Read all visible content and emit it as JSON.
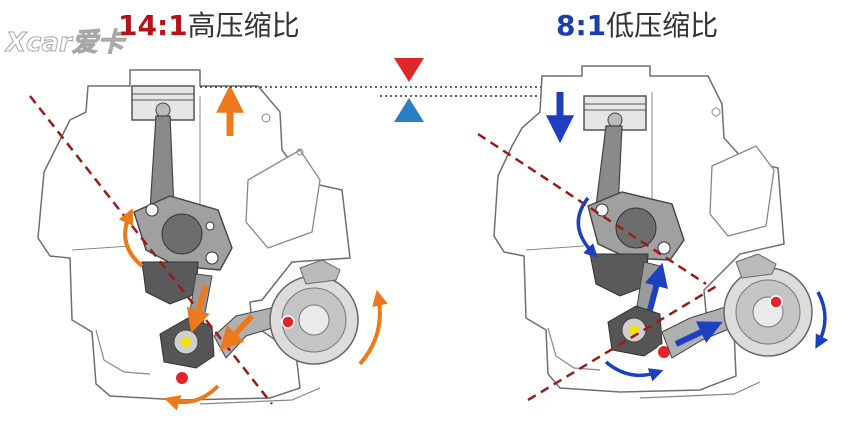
{
  "watermark": {
    "text": "Xcar爱卡"
  },
  "left": {
    "ratio": "14:1",
    "label": "高压缩比",
    "ratio_color": "#b5121b"
  },
  "right": {
    "ratio": "8:1",
    "label": "低压缩比",
    "ratio_color": "#1a3fa8"
  },
  "colors": {
    "orange": "#ec7a1c",
    "blue": "#1e3fbf",
    "marker_red": "#e0262b",
    "marker_blue": "#2a7fc4",
    "dashed_line": "#9b1b1b",
    "part_gray": "#777777",
    "part_dark": "#555555"
  },
  "icons": [
    "triangle-down-red-icon",
    "triangle-up-blue-icon",
    "arrow-up-icon",
    "arrow-down-icon",
    "curved-arrow-icon"
  ]
}
